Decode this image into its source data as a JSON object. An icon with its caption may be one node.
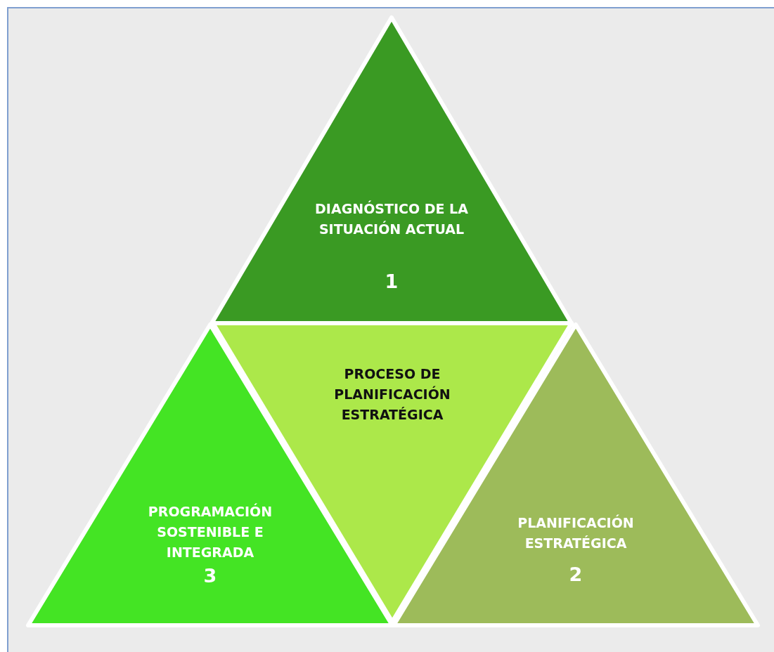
{
  "diagram": {
    "nodes": [
      {
        "text": [
          "DIAGNÓSTICO DE LA SITUACIÓN ACTUAL",
          "1"
        ]
      },
      {
        "text": [
          "PROGRAMACIÓN SOSTENIBLE E INTEGRADA",
          "3"
        ]
      },
      {
        "text": [
          "PROCESO DE PLANIFICACIÓN ESTRATÉGICA"
        ]
      },
      {
        "text": [
          "PLANIFICACIÓN ESTRATÉGICA",
          "2"
        ]
      }
    ]
  }
}
